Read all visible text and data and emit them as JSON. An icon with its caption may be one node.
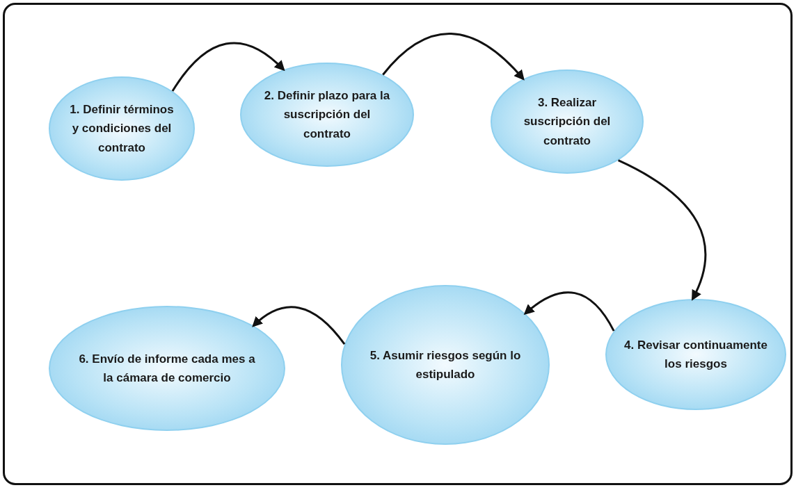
{
  "diagram": {
    "nodes": [
      {
        "text": [
          "1. Definir términos y condiciones del contrato"
        ]
      },
      {
        "text": [
          "2. Definir plazo para la suscripción del contrato"
        ]
      },
      {
        "text": [
          "3. Realizar suscripción del contrato"
        ]
      },
      {
        "text": [
          "4. Revisar continuamente los riesgos"
        ]
      },
      {
        "text": [
          "5. Asumir riesgos según lo estipulado"
        ]
      },
      {
        "text": [
          "6. Envío de informe cada mes a la cámara de comercio"
        ]
      }
    ],
    "edges": [
      {
        "from": 0,
        "to": 1,
        "arrow": "to"
      },
      {
        "from": 1,
        "to": 2,
        "arrow": "to"
      },
      {
        "from": 2,
        "to": 3,
        "arrow": "to"
      },
      {
        "from": 3,
        "to": 4,
        "arrow": "to"
      },
      {
        "from": 4,
        "to": 5,
        "arrow": "to"
      }
    ]
  }
}
